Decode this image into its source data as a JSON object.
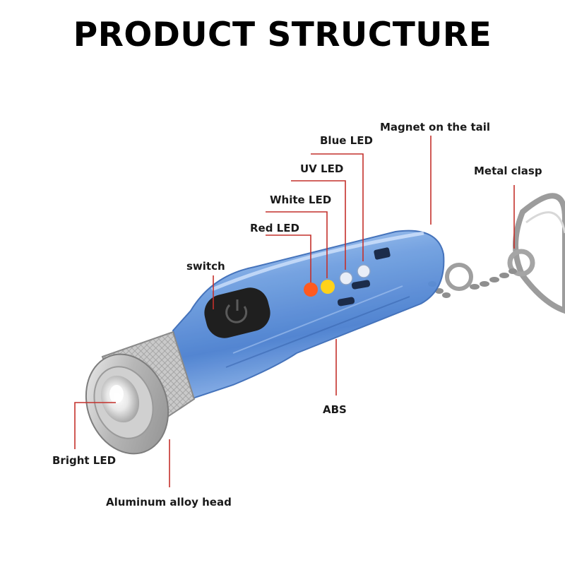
{
  "title": "PRODUCT STRUCTURE",
  "colors": {
    "leader": "#c4302b",
    "body_blue": "#5a8fd8",
    "head_silver": "#c8c8c8",
    "red_led": "#ff5a1f",
    "white_led": "#ffd21a"
  },
  "labels": {
    "magnet": "Magnet on the tail",
    "blue_led": "Blue LED",
    "uv_led": "UV LED",
    "white_led": "White LED",
    "red_led": "Red LED",
    "metal_clasp": "Metal clasp",
    "switch": "switch",
    "abs": "ABS",
    "bright_led": "Bright LED",
    "aluminum_head": "Aluminum alloy head"
  }
}
